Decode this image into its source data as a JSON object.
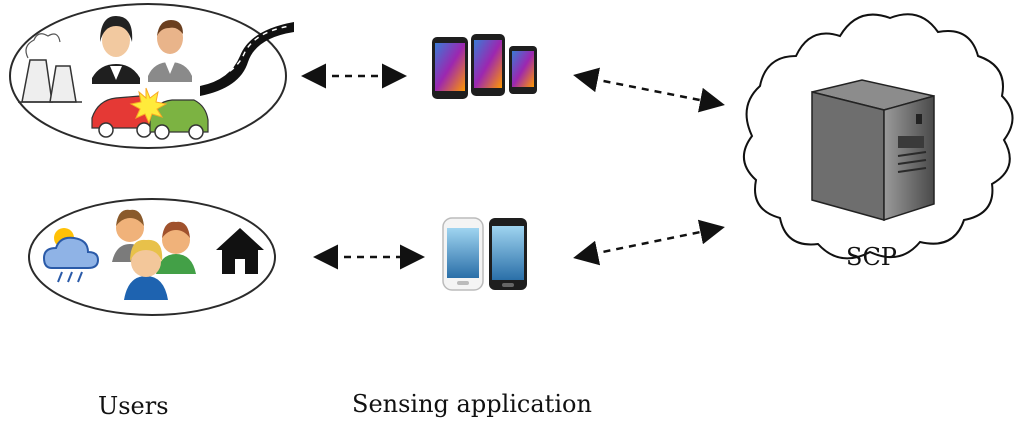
{
  "labels": {
    "users": "Users",
    "sensing_application": "Sensing application",
    "scp": "SCP"
  },
  "groups": [
    {
      "name": "users-group-top",
      "icons": [
        "power-plant-icon",
        "businesswoman-icon",
        "businessman-icon",
        "road-icon",
        "car-crash-icon"
      ]
    },
    {
      "name": "users-group-bottom",
      "icons": [
        "weather-icon",
        "people-group-icon",
        "home-icon"
      ]
    }
  ],
  "devices": [
    {
      "name": "smartphones-top",
      "count": 3
    },
    {
      "name": "smartphones-bottom",
      "count": 2
    }
  ],
  "server": {
    "name": "server-tower-icon"
  },
  "colors": {
    "stroke": "#2b2b2b",
    "phone_body": "#1e1e1e",
    "server_body": "#6e6e6e",
    "car_red": "#e53935",
    "car_green": "#7cb342",
    "cloud_fill": "#ffffff"
  }
}
